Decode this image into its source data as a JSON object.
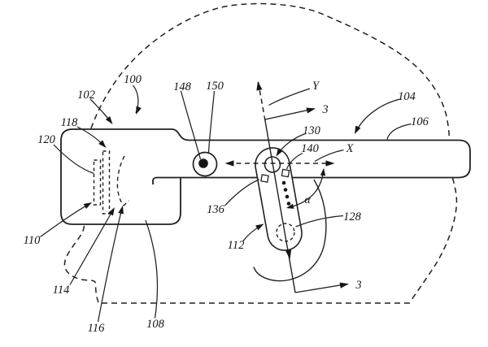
{
  "figure": {
    "background": "#ffffff",
    "line_color": "#202020",
    "text_color": "#161616",
    "labels": [
      {
        "id": "ref-100",
        "text": "100"
      },
      {
        "id": "ref-102",
        "text": "102"
      },
      {
        "id": "ref-118",
        "text": "118"
      },
      {
        "id": "ref-120",
        "text": "120"
      },
      {
        "id": "ref-148",
        "text": "148"
      },
      {
        "id": "ref-150",
        "text": "150"
      },
      {
        "id": "axis-y",
        "text": "Y"
      },
      {
        "id": "section-3-top",
        "text": "3"
      },
      {
        "id": "ref-104",
        "text": "104"
      },
      {
        "id": "ref-106",
        "text": "106"
      },
      {
        "id": "axis-x",
        "text": "X"
      },
      {
        "id": "ref-130",
        "text": "130"
      },
      {
        "id": "ref-140",
        "text": "140"
      },
      {
        "id": "ref-136",
        "text": "136"
      },
      {
        "id": "angle-alpha",
        "text": "α"
      },
      {
        "id": "ref-128",
        "text": "128"
      },
      {
        "id": "ref-112",
        "text": "112"
      },
      {
        "id": "ref-110",
        "text": "110"
      },
      {
        "id": "ref-114",
        "text": "114"
      },
      {
        "id": "ref-116",
        "text": "116"
      },
      {
        "id": "ref-108",
        "text": "108"
      },
      {
        "id": "section-3-bottom",
        "text": "3"
      }
    ]
  }
}
